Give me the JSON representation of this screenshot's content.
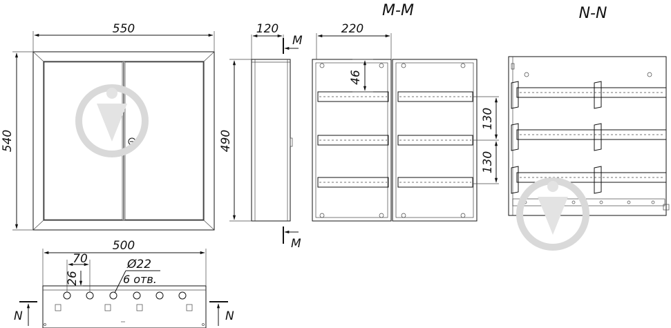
{
  "front_view": {
    "width_label": "550",
    "height_label": "540"
  },
  "side_view": {
    "depth_label": "120",
    "height_label": "490",
    "section_mark_top": "M",
    "section_mark_bottom": "M"
  },
  "section_mm": {
    "title": "M-M",
    "width_label": "220",
    "rail_offset_label": "46",
    "rail_pitch_1_label": "130",
    "rail_pitch_2_label": "130"
  },
  "section_nn": {
    "title": "N-N"
  },
  "bottom_view": {
    "width_label": "500",
    "hole_pitch_label": "70",
    "hole_offset_label": "26",
    "hole_diameter_label": "Ø22",
    "hole_count_label": "6 отв.",
    "section_mark_left": "N",
    "section_mark_right": "N"
  }
}
